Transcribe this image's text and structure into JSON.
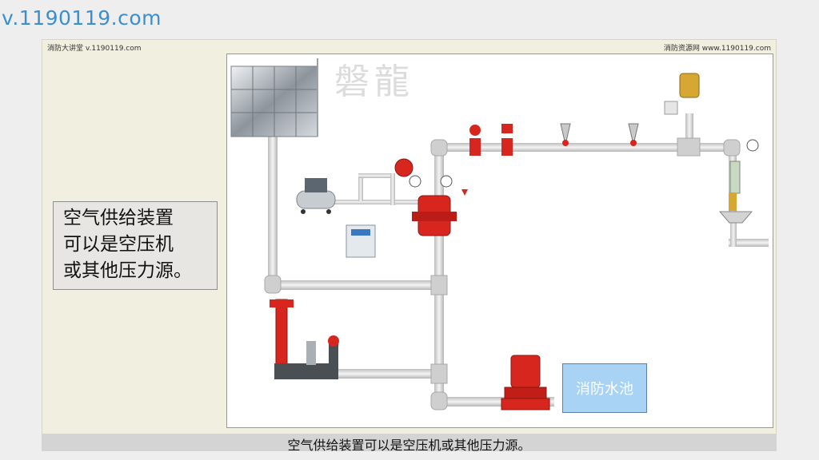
{
  "watermark_url": "v.1190119.com",
  "header": {
    "left": "消防大讲堂 v.1190119.com",
    "right": "消防资源网 www.1190119.com"
  },
  "logo_text": "磐龍",
  "info_box": {
    "lines": [
      "空气供给装置",
      "可以是空压机",
      "或其他压力源。"
    ]
  },
  "tank_label": "消防水池",
  "caption": "空气供给装置可以是空压机或其他压力源。",
  "colors": {
    "pipe": "#d9d9d9",
    "valve_red": "#d7261e",
    "pool_blue": "#a9d3f5",
    "watermark_blue": "#3b8fd0"
  }
}
